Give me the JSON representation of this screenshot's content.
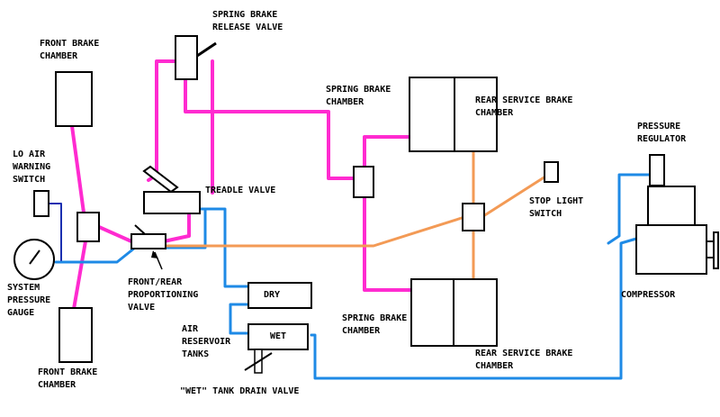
{
  "colors": {
    "service_line": "#ff2bd0",
    "supply_line": "#1e8ae6",
    "signal_line": "#f39a55",
    "warning_line": "#1b2fb0",
    "outline": "#000000"
  },
  "labels": {
    "spring_brake_release_valve": "SPRING BRAKE\nRELEASE VALVE",
    "front_brake_chamber_top": "FRONT BRAKE\nCHAMBER",
    "spring_brake_chamber_top": "SPRING BRAKE\nCHAMBER",
    "rear_service_brake_chamber_top": "REAR SERVICE BRAKE\nCHAMBER",
    "pressure_regulator": "PRESSURE\nREGULATOR",
    "lo_air_warning_switch": "LO AIR\nWARNING\nSWITCH",
    "treadle_valve": "TREADLE VALVE",
    "stop_light_switch": "STOP LIGHT\nSWITCH",
    "system_pressure_gauge": "SYSTEM\nPRESSURE\nGAUGE",
    "proportioning_valve": "FRONT/REAR\nPROPORTIONING\nVALVE",
    "compressor": "COMPRESSOR",
    "dry_tank": "DRY",
    "air_reservoir_tanks": "AIR\nRESERVOIR\nTANKS",
    "wet_tank": "WET",
    "spring_brake_chamber_bottom": "SPRING BRAKE\nCHAMBER",
    "rear_service_brake_chamber_bottom": "REAR SERVICE BRAKE\nCHAMBER",
    "front_brake_chamber_bottom": "FRONT BRAKE\nCHAMBER",
    "wet_tank_drain_valve": "\"WET\" TANK DRAIN VALVE"
  }
}
